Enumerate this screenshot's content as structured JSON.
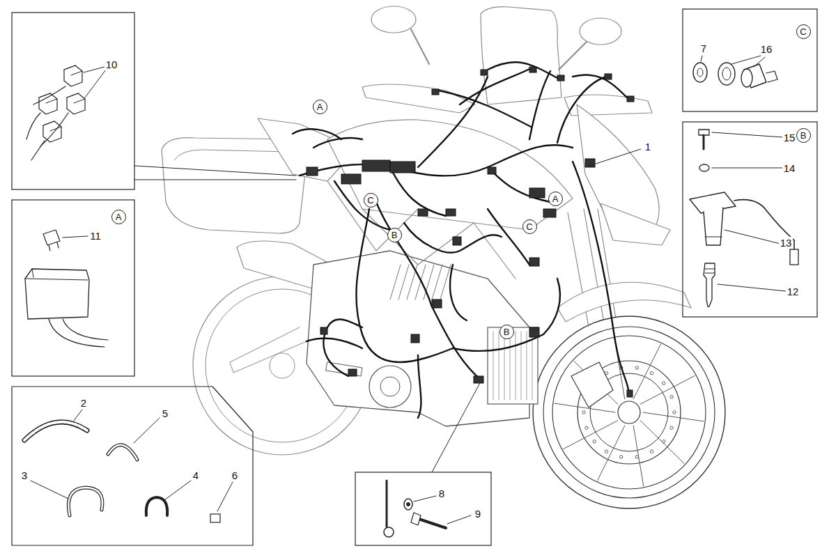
{
  "diagram": {
    "nodes": [
      {
        "text": [
          "C"
        ]
      },
      {
        "text": [
          "A"
        ]
      },
      {
        "text": [
          "B"
        ]
      },
      {
        "text": [
          "C"
        ]
      },
      {
        "text": [
          "A"
        ]
      },
      {
        "text": [
          "A"
        ]
      },
      {
        "text": [
          "C"
        ]
      },
      {
        "text": [
          "B"
        ]
      },
      {
        "text": [
          "B"
        ]
      }
    ],
    "edges": [],
    "labels": [
      "10",
      "1",
      "7",
      "16",
      "15",
      "14",
      "11",
      "13",
      "12",
      "2",
      "5",
      "3",
      "4",
      "6",
      "8",
      "9"
    ]
  }
}
